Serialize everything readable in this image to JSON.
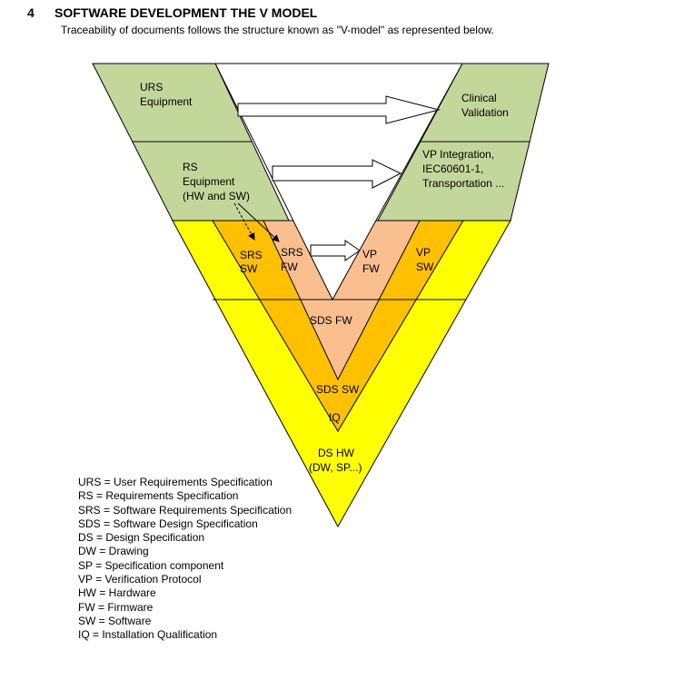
{
  "section": {
    "number": "4",
    "title": "SOFTWARE DEVELOPMENT THE V MODEL",
    "intro": "Traceability of documents follows the structure known as \"V-model\" as represented  below."
  },
  "diagram": {
    "labels": {
      "urs_1": "URS",
      "urs_2": "Equipment",
      "clinical_1": "Clinical",
      "clinical_2": "Validation",
      "rs_1": "RS",
      "rs_2": "Equipment",
      "rs_3": "(HW and SW)",
      "vp_int_1": "VP Integration,",
      "vp_int_2": "IEC60601-1,",
      "vp_int_3": "Transportation  ...",
      "srs_sw_1": "SRS",
      "srs_sw_2": "SW",
      "srs_fw_1": "SRS",
      "srs_fw_2": "FW",
      "vp_fw_1": "VP",
      "vp_fw_2": "FW",
      "vp_sw_1": "VP",
      "vp_sw_2": "SW",
      "sds_fw": "SDS FW",
      "sds_sw": "SDS SW",
      "iq": "IQ",
      "ds_hw_1": "DS HW",
      "ds_hw_2": "(DW, SP...)"
    },
    "colors": {
      "green": "#c4d79b",
      "yellow": "#ffff00",
      "orange": "#ffc000",
      "peach": "#f9bf8f"
    }
  },
  "legend": [
    "URS = User Requirements  Specification",
    "RS = Requirements  Specification",
    "SRS = Software  Requirements  Specification",
    "SDS = Software  Design Specification",
    "DS = Design  Specification",
    "DW = Drawing",
    "SP = Specification  component",
    "VP = Verification  Protocol",
    "HW = Hardware",
    "FW = Firmware",
    "SW = Software",
    "IQ = Installation  Qualification"
  ]
}
